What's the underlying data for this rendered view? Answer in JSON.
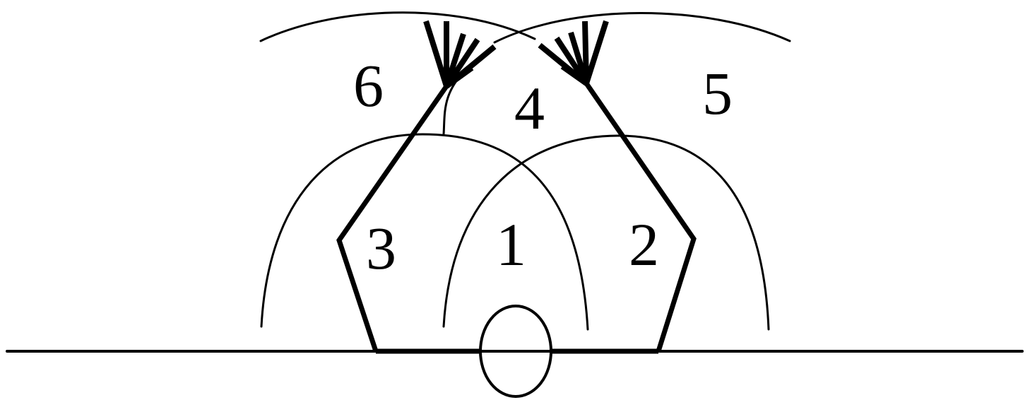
{
  "regions": [
    {
      "id": "1",
      "label": "1"
    },
    {
      "id": "2",
      "label": "2"
    },
    {
      "id": "3",
      "label": "3"
    },
    {
      "id": "4",
      "label": "4"
    },
    {
      "id": "5",
      "label": "5"
    },
    {
      "id": "6",
      "label": "6"
    }
  ],
  "colors": {
    "stroke": "#000000",
    "background": "#ffffff"
  }
}
